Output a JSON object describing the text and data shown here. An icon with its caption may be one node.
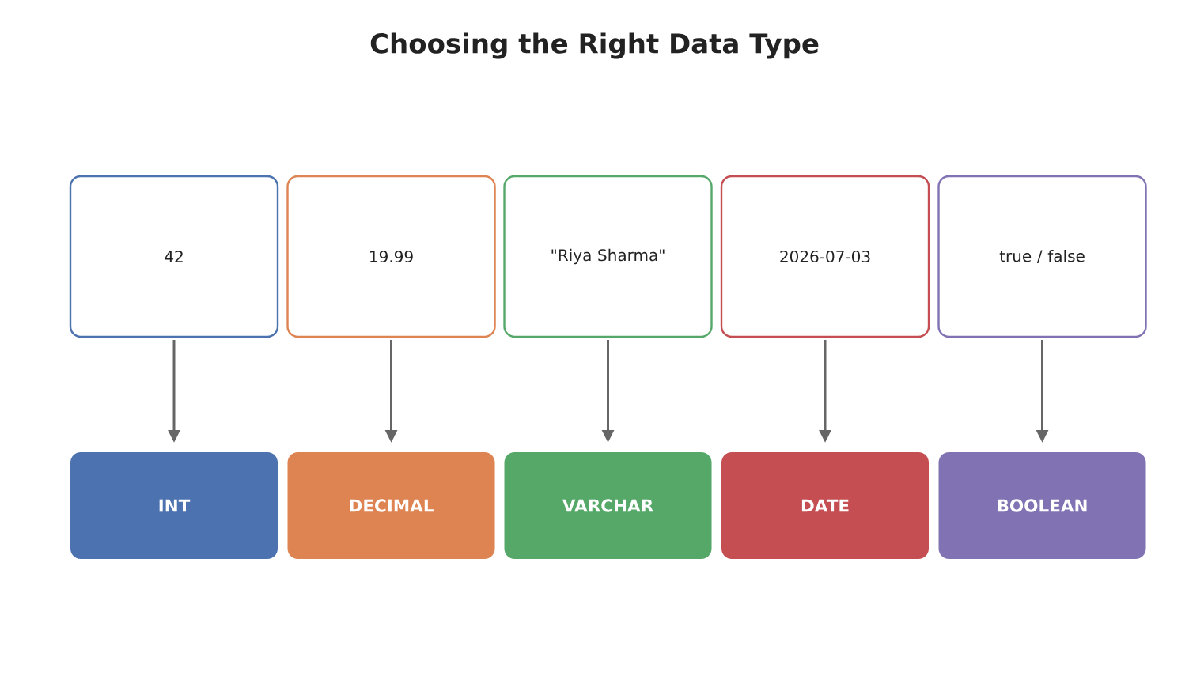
{
  "diagram": {
    "title": "Choosing the Right Data Type",
    "nodes": [
      {
        "text": [
          "42"
        ]
      },
      {
        "text": [
          "19.99"
        ]
      },
      {
        "text": [
          "\"Riya Sharma\""
        ]
      },
      {
        "text": [
          "2026-07-03"
        ]
      },
      {
        "text": [
          "true / false"
        ]
      },
      {
        "text": [
          "INT"
        ]
      },
      {
        "text": [
          "DECIMAL"
        ]
      },
      {
        "text": [
          "VARCHAR"
        ]
      },
      {
        "text": [
          "DATE"
        ]
      },
      {
        "text": [
          "BOOLEAN"
        ]
      }
    ],
    "edges": [
      {
        "from": 0,
        "to": 5,
        "arrow": "to"
      },
      {
        "from": 1,
        "to": 6,
        "arrow": "to"
      },
      {
        "from": 2,
        "to": 7,
        "arrow": "to"
      },
      {
        "from": 3,
        "to": 8,
        "arrow": "to"
      },
      {
        "from": 4,
        "to": 9,
        "arrow": "to"
      }
    ]
  }
}
